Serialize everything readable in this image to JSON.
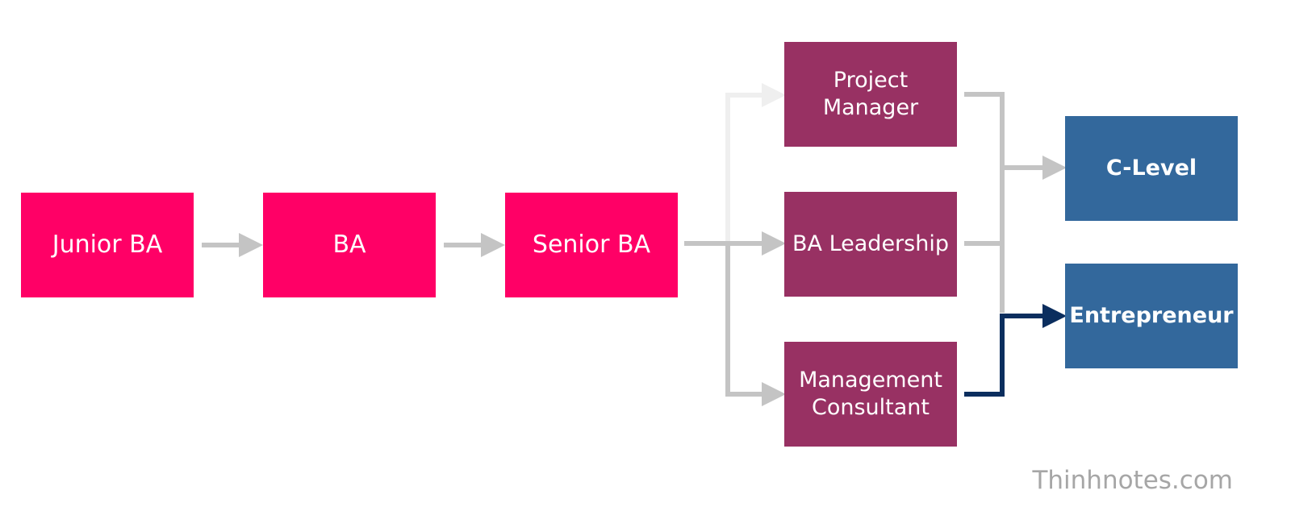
{
  "diagram": {
    "nodes": {
      "junior_ba": "Junior BA",
      "ba": "BA",
      "senior_ba": "Senior BA",
      "project_manager": [
        "Project",
        "Manager"
      ],
      "ba_leadership": "BA Leadership",
      "management_consultant": [
        "Management",
        "Consultant"
      ],
      "c_level": "C-Level",
      "entrepreneur": "Entrepreneur"
    },
    "edges": [
      {
        "from": "Junior BA",
        "to": "BA"
      },
      {
        "from": "BA",
        "to": "Senior BA"
      },
      {
        "from": "Senior BA",
        "to": "Project Manager"
      },
      {
        "from": "Senior BA",
        "to": "BA Leadership"
      },
      {
        "from": "Senior BA",
        "to": "Management Consultant"
      },
      {
        "from": "Project Manager",
        "to": "C-Level"
      },
      {
        "from": "BA Leadership",
        "to": "C-Level"
      },
      {
        "from": "Management Consultant",
        "to": "Entrepreneur"
      }
    ]
  },
  "colors": {
    "junior_track": "#ff0066",
    "mid_track": "#983163",
    "executive_track": "#33689c",
    "connector": "#c4c4c4",
    "connector_faded": "#efefef",
    "highlight_connector": "#0b2e5e",
    "watermark": "#a6a6a6"
  },
  "watermark": "Thinhnotes.com"
}
